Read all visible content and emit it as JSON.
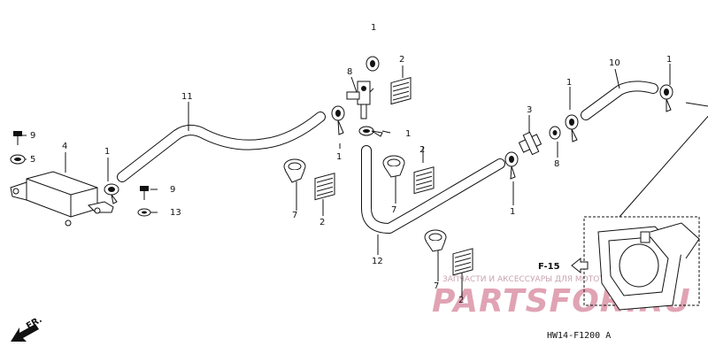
{
  "callouts": {
    "c1_top": "1",
    "c2_top": "2",
    "c8_top": "8",
    "c11": "11",
    "c9_left": "9",
    "c5": "5",
    "c4": "4",
    "c1_left": "1",
    "c9_mid": "9",
    "c13": "13",
    "c7_left": "7",
    "c2_left": "2",
    "c1_mid": "1",
    "c1_joint": "1",
    "c2_mid": "2",
    "c7_mid": "7",
    "c12": "12",
    "c3": "3",
    "c1_right_low": "1",
    "c8_right": "8",
    "c1_right_a": "1",
    "c10": "10",
    "c1_right_b": "1",
    "c7_bottom": "7",
    "c2_bottom": "2"
  },
  "reference": "F-15",
  "diagram_code": "HW14-F1200 A",
  "front_marker": "FR.",
  "watermark": {
    "line1": "ЗАПЧАСТИ И АКСЕССУАРЫ ДЛЯ МОТОТЕХНИКИ",
    "line2": "PARTSFOR.RU"
  }
}
